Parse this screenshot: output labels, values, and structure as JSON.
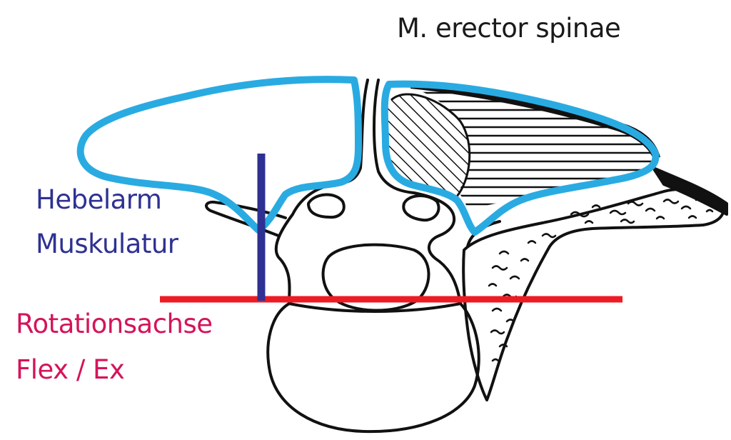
{
  "labels": {
    "muscle_name": "M. erector spinae",
    "lever_line1": "Hebelarm",
    "lever_line2": "Muskulatur",
    "rotation_line1": "Rotationsachse",
    "rotation_line2": "Flex / Ex"
  },
  "colors": {
    "muscle_outline": "#29abe2",
    "lever_arm": "#2e3192",
    "rotation_axis": "#ed1c24",
    "rotation_text": "#d4145a",
    "bone_ink": "#111111"
  }
}
